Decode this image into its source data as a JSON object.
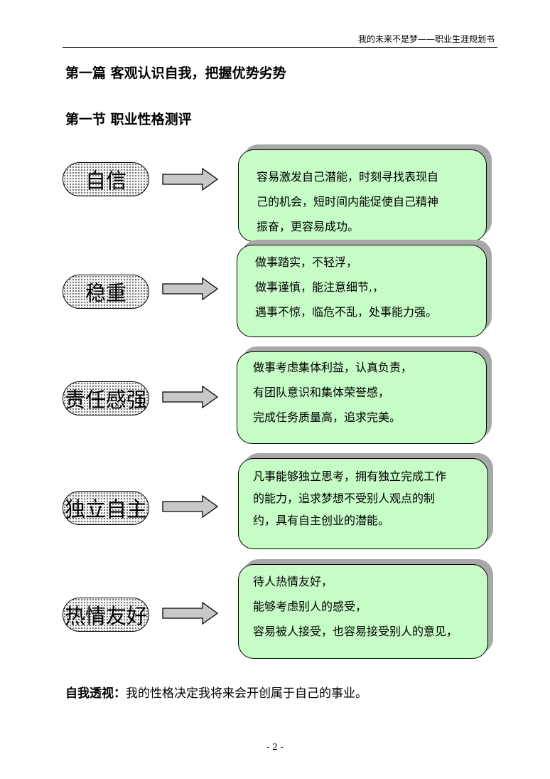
{
  "header": {
    "title": "我的未来不是梦——职业生涯规划书"
  },
  "chapter_title": "第一篇  客观认识自我，把握优势劣势",
  "section_title": "第一节  职业性格测评",
  "traits": [
    {
      "name": "自信",
      "lines": [
        "容易激发自己潜能，时刻寻找表现自",
        "己的机会，短时间内能促使自己精神",
        "振奋，更容易成功。"
      ]
    },
    {
      "name": "稳重",
      "lines": [
        "做事踏实，不轻浮，",
        "做事谨慎，能注意细节,，",
        "遇事不惊，临危不乱，处事能力强。"
      ]
    },
    {
      "name": "责任感强",
      "lines": [
        "做事考虑集体利益，认真负责，",
        "有团队意识和集体荣誉感，",
        "完成任务质量高，追求完美。"
      ]
    },
    {
      "name": "独立自主",
      "lines": [
        "凡事能够独立思考，拥有独立完成工作",
        "的能力，追求梦想不受别人观点的制",
        "约，具有自主创业的潜能。"
      ]
    },
    {
      "name": "热情友好",
      "lines": [
        "待人热情友好，",
        "能够考虑别人的感受，",
        "容易被人接受，也容易接受别人的意见，"
      ]
    }
  ],
  "summary": {
    "label": "自我透视：",
    "text": "我的性格决定我将来会开创属于自己的事业。"
  },
  "page_number": "- 2 -"
}
